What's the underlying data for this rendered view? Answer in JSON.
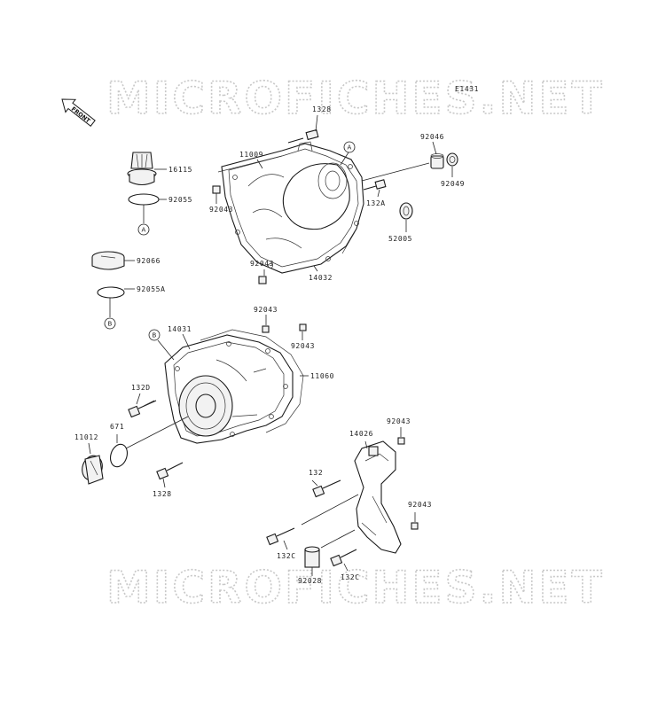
{
  "watermark": "MICROFICHES.NET",
  "diagram_code": "E1431",
  "front_label": "FRONT",
  "reference_marks": {
    "a": "A",
    "b": "B"
  },
  "labels": {
    "p1328_top": "1328",
    "p11009": "11009",
    "p92046": "92046",
    "p16115": "16115",
    "p92049": "92049",
    "p92055": "92055",
    "p92043_a": "92043",
    "p132a": "132A",
    "p52005": "52005",
    "p92066": "92066",
    "p92043_b": "92043",
    "p14032": "14032",
    "p92055a": "92055A",
    "p92043_c": "92043",
    "p14031": "14031",
    "p92043_d": "92043",
    "p11060": "11060",
    "p132d": "132D",
    "p671": "671",
    "p11012": "11012",
    "p1328_bottom": "1328",
    "p92043_e": "92043",
    "p14026": "14026",
    "p132": "132",
    "p92043_f": "92043",
    "p132c_left": "132C",
    "p92028": "92028",
    "p132c_right": "132C"
  }
}
